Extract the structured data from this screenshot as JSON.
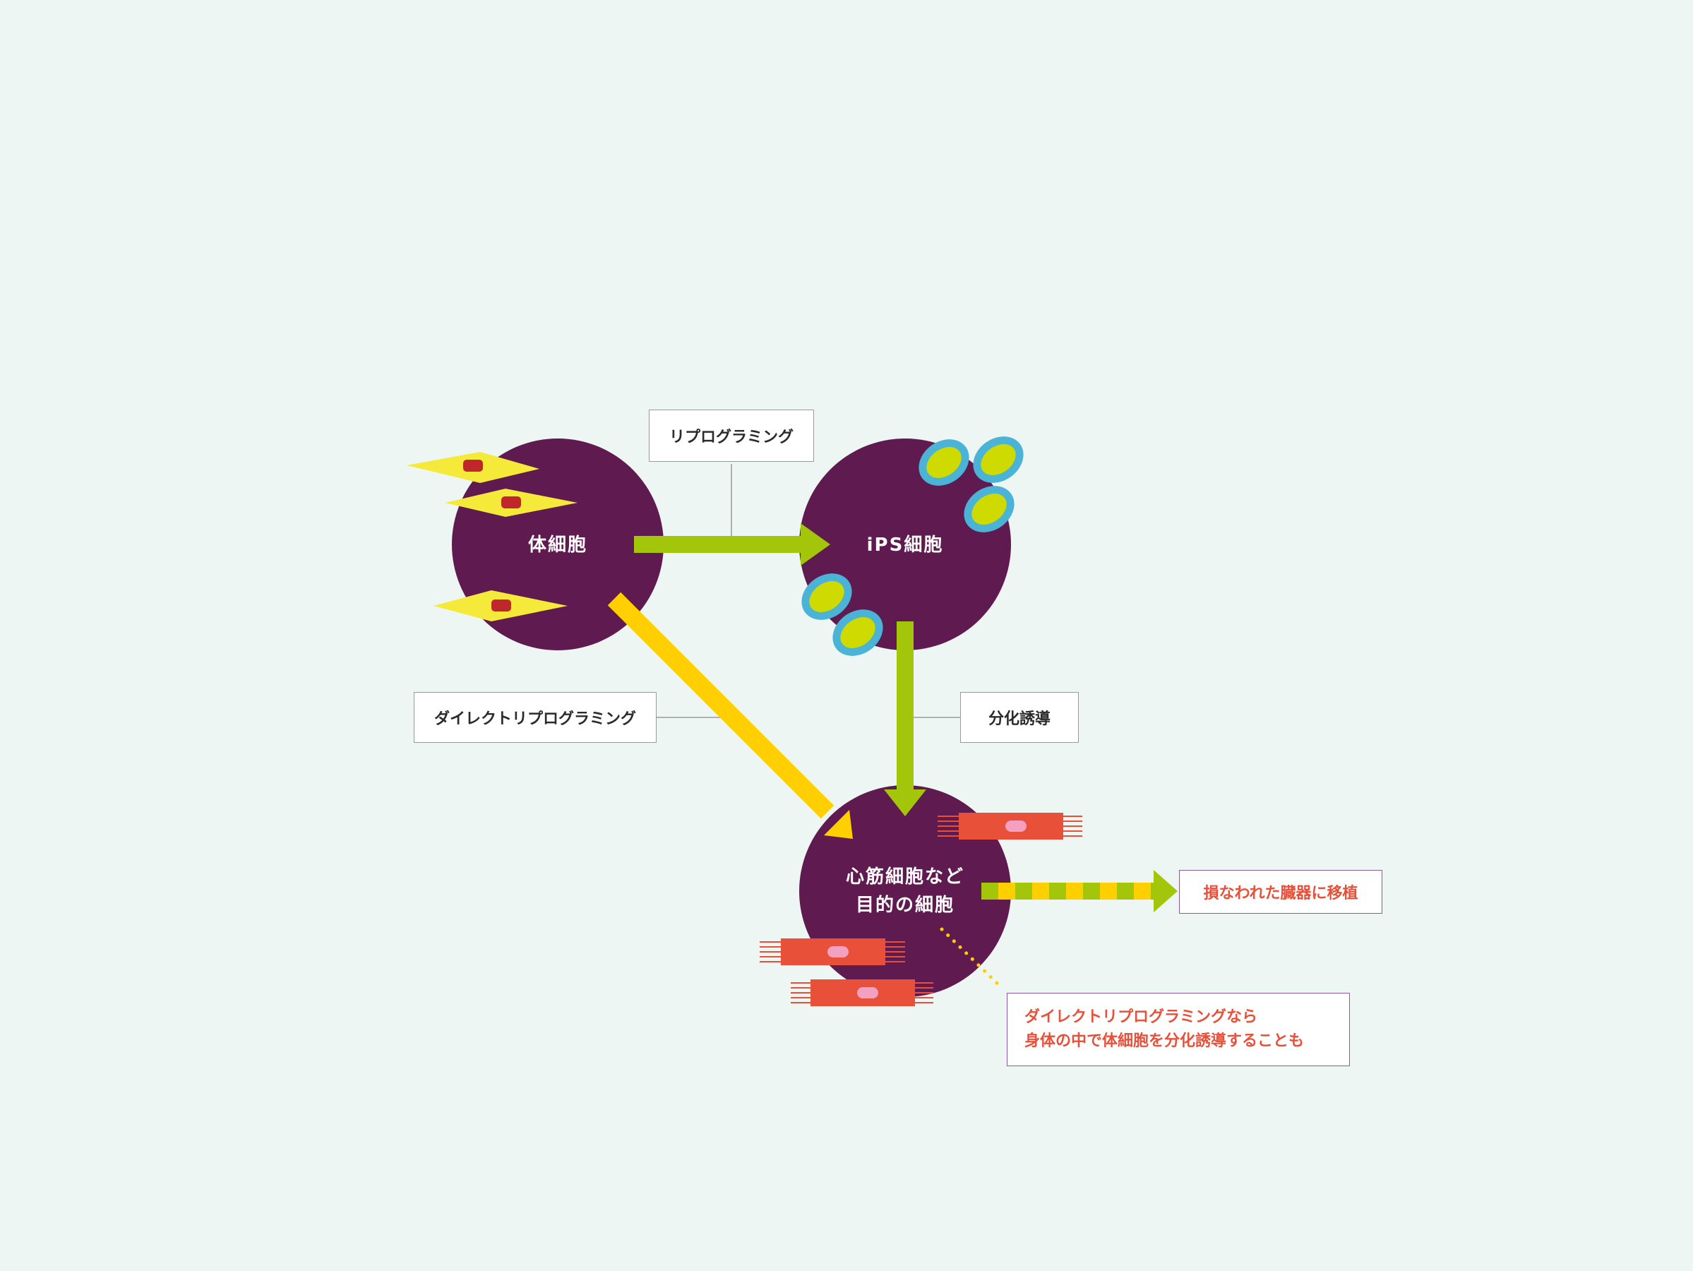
{
  "nodes": {
    "somatic_cell": "体細胞",
    "ips_cell": "iPS細胞",
    "target_cell_line1": "心筋細胞など",
    "target_cell_line2": "目的の細胞"
  },
  "edges": {
    "reprogramming": "リプログラミング",
    "direct_reprogramming": "ダイレクトリプログラミング",
    "differentiation": "分化誘導",
    "transplant": "損なわれた臓器に移植"
  },
  "note": {
    "line1": "ダイレクトリプログラミングなら",
    "line2": "身体の中で体細胞を分化誘導することも"
  },
  "colors": {
    "background": "#eef6f4",
    "cell_circle": "#5f1a50",
    "green_arrow": "#a4c60a",
    "yellow_arrow": "#ffcf00",
    "fibroblast": "#f5ea3a",
    "fibroblast_nucleus": "#c0272d",
    "ips_outer": "#4bb3d6",
    "ips_inner": "#cfdb00",
    "cardiomyocyte": "#e8503a",
    "cardiomyocyte_nucleus": "#f4a0c0",
    "highlight_text": "#e8503a"
  }
}
